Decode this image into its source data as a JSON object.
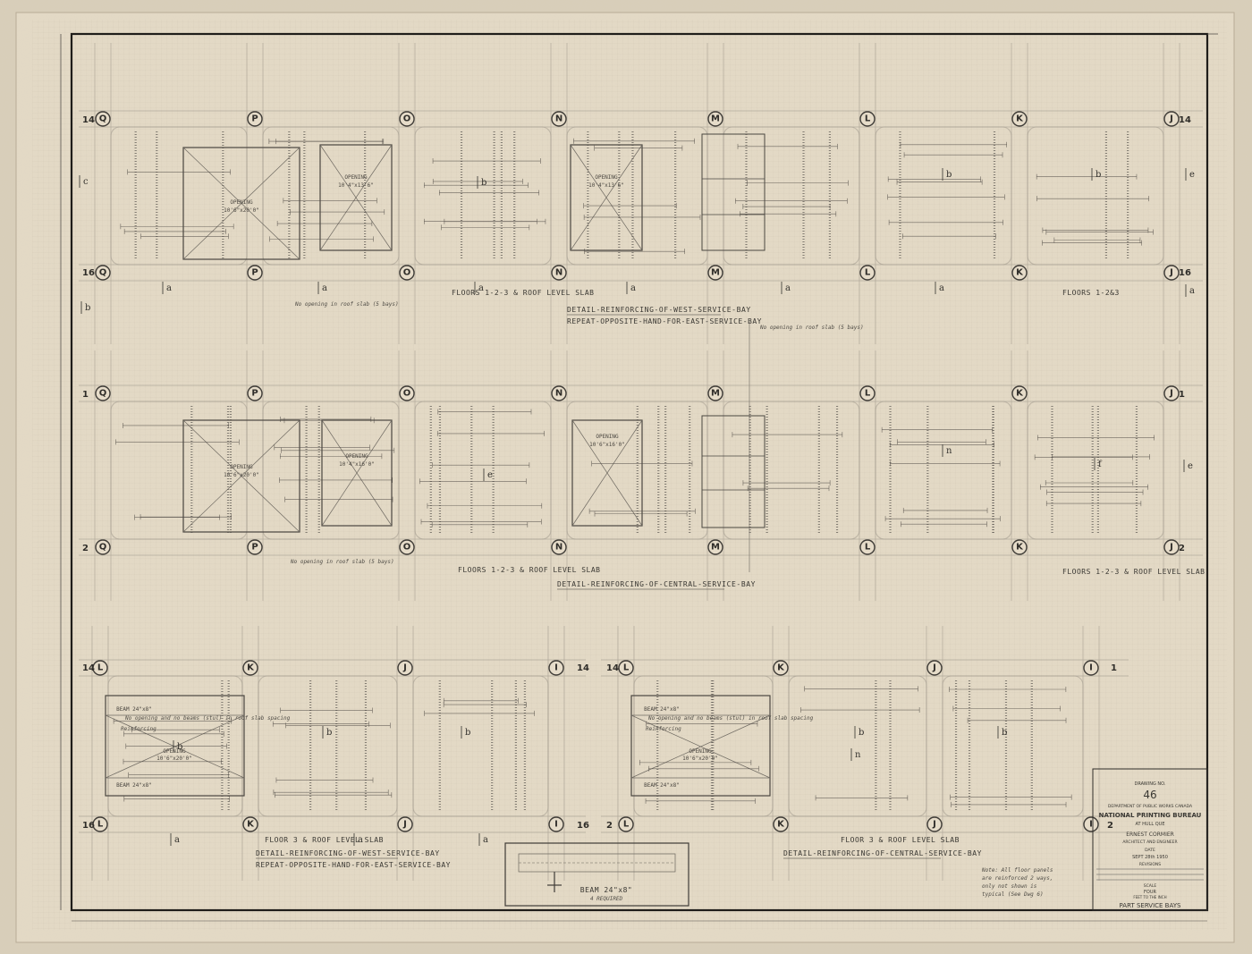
{
  "grid_columns": [
    "Q",
    "P",
    "O",
    "N",
    "M",
    "L",
    "K",
    "J"
  ],
  "grid_columns_short": [
    "L",
    "K",
    "J",
    "I"
  ],
  "panel1": {
    "row_top": "14",
    "row_bottom": "16",
    "openings": [
      {
        "name": "OPENING",
        "size": "10'6\"x20'0\""
      },
      {
        "name": "OPENING",
        "size": "10'4\"x13'6\""
      },
      {
        "name": "OPENING",
        "size": "10'4\"x13'6\""
      }
    ],
    "floors_left": "FLOORS 1-2-3 & ROOF LEVEL SLAB",
    "floors_right": "FLOORS 1-2&3",
    "title": "DETAIL-REINFORCING-OF-WEST-SERVICE-BAY",
    "subtitle": "REPEAT-OPPOSITE-HAND-FOR-EAST-SERVICE-BAY",
    "note": "No opening in roof slab (5 bays)",
    "note2": "No opening in roof slab (5 bays)"
  },
  "panel2": {
    "row_top": "1",
    "row_bottom": "2",
    "openings": [
      {
        "name": "OPENING",
        "size": "10'6\"x20'0\""
      },
      {
        "name": "OPENING",
        "size": "10'4\"x16'0\""
      },
      {
        "name": "OPENING",
        "size": "10'6\"x16'0\""
      }
    ],
    "floors_left": "FLOORS 1-2-3 & ROOF LEVEL SLAB",
    "floors_right": "FLOORS 1-2-3 & ROOF LEVEL SLAB",
    "title": "DETAIL-REINFORCING-OF-CENTRAL-SERVICE-BAY",
    "note": "No opening in roof slab (5 bays)"
  },
  "panel3": {
    "row_top_left": "14",
    "row_bottom_left": "16",
    "row_top_right": "14",
    "row_bottom_right": "16",
    "floor_label": "FLOOR 3 & ROOF LEVEL SLAB",
    "title": "DETAIL-REINFORCING-OF-WEST-SERVICE-BAY",
    "subtitle": "REPEAT-OPPOSITE-HAND-FOR-EAST-SERVICE-BAY",
    "opening": "OPENING",
    "opening_size": "10'6\"x20'0\"",
    "beam": "BEAM 24\"x8\"",
    "note": "No opening and no beams (stul) in roof slab spacing",
    "reinforcing": "Reinforcing"
  },
  "panel4": {
    "row_top_left": "14",
    "row_bottom_left": "2",
    "row_top_right": "1",
    "row_bottom_right": "2",
    "floor_label": "FLOOR 3 & ROOF LEVEL SLAB",
    "title": "DETAIL-REINFORCING-OF-CENTRAL-SERVICE-BAY",
    "opening": "OPENING",
    "opening_size": "10'6\"x20'0\"",
    "beam": "BEAM 24\"x8\"",
    "note": "No opening and no beams (stul) in roof slab spacing",
    "reinforcing": "Reinforcing"
  },
  "beam_detail": {
    "title": "BEAM 24\"x8\"",
    "subtitle": "4 REQUIRED"
  },
  "general_note": "Note: All floor panels are reinforced 2 ways, only not shown is typical (See Dwg 6)",
  "title_block": {
    "drawing_no_label": "DRAWING NO.",
    "drawing_no": "46",
    "department": "DEPARTMENT OF PUBLIC WORKS CANADA",
    "project": "NATIONAL PRINTING BUREAU",
    "location": "AT HULL QUE",
    "architect": "ERNEST CORMIER",
    "architect_role": "ARCHITECT AND ENGINEER",
    "date_label": "DATE",
    "date": "SEPT 28th 1950",
    "revisions": "REVISIONS",
    "scale_label": "SCALE",
    "scale": "FOUR",
    "scale_unit": "FEET TO THE INCH",
    "sheet_title": "PART SERVICE BAYS"
  },
  "section_letters": [
    "a",
    "b",
    "c",
    "e",
    "f",
    "n"
  ]
}
